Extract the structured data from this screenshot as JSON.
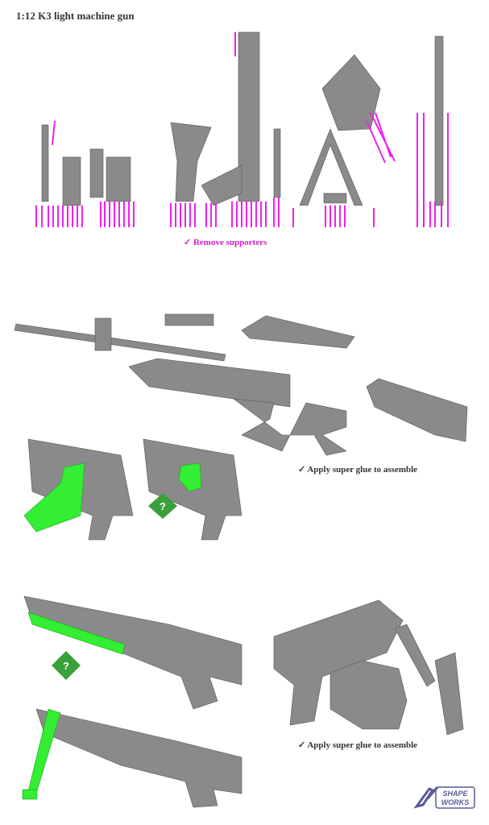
{
  "title": "1:12 K3 light machine gun",
  "captions": {
    "remove_supporters": "✓  Remove supporters",
    "glue_1": "✓  Apply super glue to assemble",
    "glue_2": "✓  Apply super glue to assemble"
  },
  "badges": {
    "option_mark": "?"
  },
  "logo": {
    "text": "SHAPE WORKS"
  },
  "colors": {
    "support": "#ee22ee",
    "highlight": "#33ee33",
    "part": "#8a8a8a",
    "badge": "#3aa03a",
    "logo": "#5a5a9a"
  }
}
